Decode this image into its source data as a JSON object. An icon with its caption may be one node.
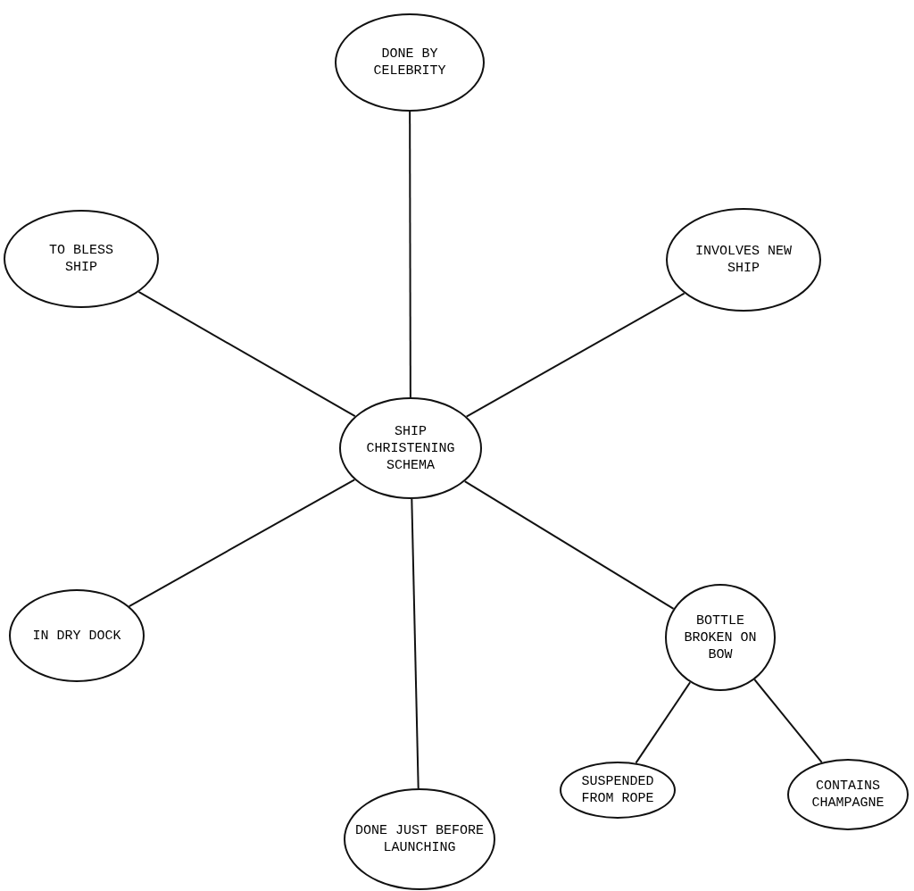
{
  "diagram": {
    "nodes": [
      {
        "text": [
          "SHIP CHRISTENING SCHEMA"
        ]
      },
      {
        "text": [
          "DONE BY CELEBRITY"
        ]
      },
      {
        "text": [
          "TO BLESS SHIP"
        ]
      },
      {
        "text": [
          "INVOLVES NEW SHIP"
        ]
      },
      {
        "text": [
          "IN DRY DOCK"
        ]
      },
      {
        "text": [
          "BOTTLE BROKEN ON BOW"
        ]
      },
      {
        "text": [
          "DONE JUST BEFORE LAUNCHING"
        ]
      },
      {
        "text": [
          "SUSPENDED FROM ROPE"
        ]
      },
      {
        "text": [
          "CONTAINS CHAMPAGNE"
        ]
      }
    ],
    "edges": [
      {
        "from": 0,
        "to": 1,
        "arrow": "none"
      },
      {
        "from": 0,
        "to": 2,
        "arrow": "none"
      },
      {
        "from": 0,
        "to": 3,
        "arrow": "none"
      },
      {
        "from": 0,
        "to": 4,
        "arrow": "none"
      },
      {
        "from": 0,
        "to": 5,
        "arrow": "none"
      },
      {
        "from": 0,
        "to": 6,
        "arrow": "none"
      },
      {
        "from": 5,
        "to": 7,
        "arrow": "none"
      },
      {
        "from": 5,
        "to": 8,
        "arrow": "none"
      }
    ]
  }
}
